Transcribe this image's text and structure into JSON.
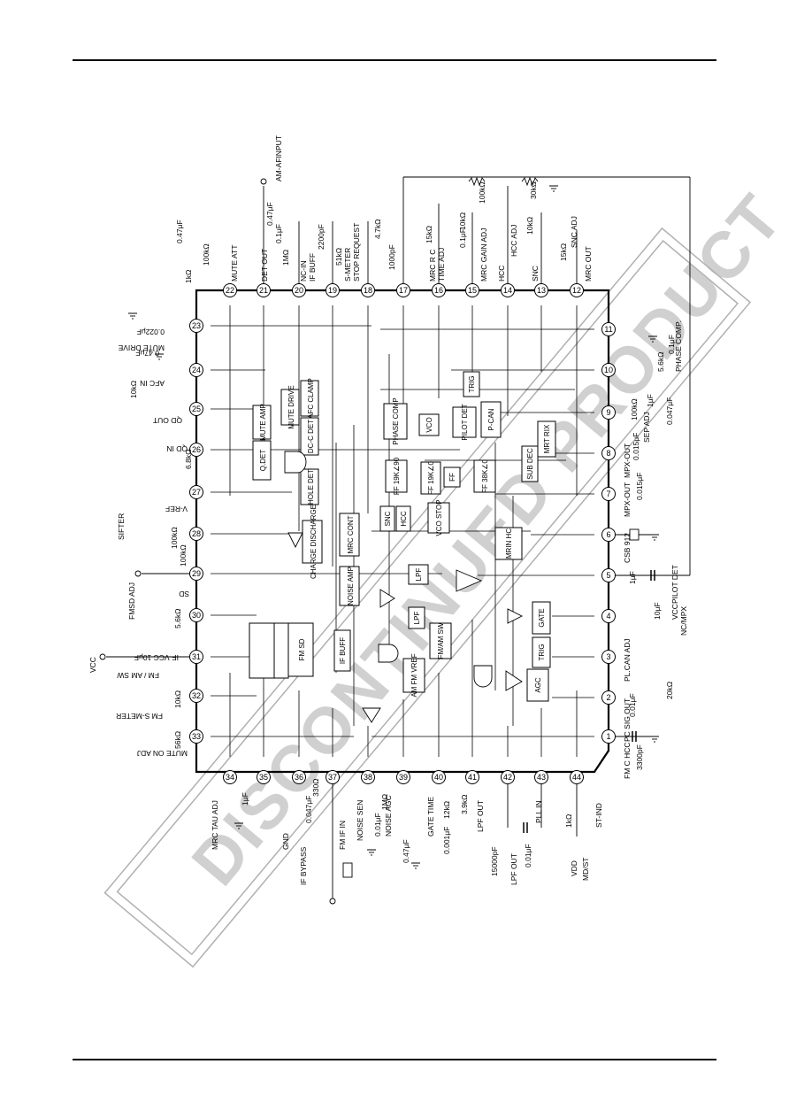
{
  "watermark": "DISCONTINUED PRODUCT",
  "chip": {
    "pins_bottom": [
      "1",
      "2",
      "3",
      "4",
      "5",
      "6",
      "7",
      "8",
      "9",
      "10",
      "11"
    ],
    "pins_right": [
      "12",
      "13",
      "14",
      "15",
      "16",
      "17",
      "18",
      "19",
      "20",
      "21",
      "22"
    ],
    "pins_top": [
      "23",
      "24",
      "25",
      "26",
      "27",
      "28",
      "29",
      "30",
      "31",
      "32",
      "33"
    ],
    "pins_left": [
      "34",
      "35",
      "36",
      "37",
      "38",
      "39",
      "40",
      "41",
      "42",
      "43",
      "44"
    ]
  },
  "blocks": {
    "qdet": "Q.DET",
    "mute_amp": "MUTE AMP",
    "mute_drive": "MUTE DRIVE",
    "afc_clamp": "AFC CLAMP",
    "dc_det": "DC-C DET",
    "hole_det": "HOLE DET",
    "charge": "CHARGE DISCHARGE",
    "mrc_cont": "MRC CONT",
    "noise_amp": "NOISE AMP",
    "fm_sd": "FM SD",
    "if_buff": "IF BUFF",
    "am_fm_vref": "AM FM VREF",
    "fm_am_sw": "FM/AM SW",
    "lpf1": "LPF",
    "lpf2": "LPF",
    "snc": "SNC",
    "hcc": "HCC",
    "vco_stop": "VCO STOP",
    "ff1": "FF 19K∠90",
    "ff2": "FF 19K∠0",
    "ff3": "FF",
    "ff4": "FF 38K∠0",
    "phase_comp": "PHASE COMP",
    "vco": "VCO",
    "pilot_det": "PILOT DET",
    "p_can": "P-CAN",
    "trig1": "TRIG",
    "sub_dec": "SUB DEC",
    "mrt_rix": "MRT RIX",
    "mrin_hc": "MRIN HC",
    "gate": "GATE",
    "trig2": "TRIG",
    "agc": "AGC"
  },
  "labels": {
    "am_afinput": "AM-AFINPUT",
    "det_out": "DET OUT",
    "if_buff": "IF BUFF",
    "nc_in": "NC-IN",
    "stop_request": "STOP REQUEST",
    "s_meter": "S-METER",
    "mute_att": "MUTE ATT",
    "mrc_rc": "MRC R C",
    "time_adj": "TIME ADJ",
    "mrc_gain_adj": "MRC GAIN ADJ",
    "hcc_adj": "HCC ADJ",
    "hcc": "HCC",
    "snc": "SNC",
    "snc_adj": "SNC ADJ",
    "mrc_out": "MRC OUT",
    "mute_drive": "MUTE DRIVE",
    "afc_in": "AFC IN",
    "qd_out": "QD OUT",
    "qd_in": "QD IN",
    "v_ref": "V-REF",
    "sifter": "SIFTER",
    "fmsd_adj": "FMSD ADJ",
    "sd": "SD",
    "vcc_top": "VCC",
    "fm_am_sw": "FM / AM SW",
    "if_vcc": "IF-VCC 10μF",
    "fm_s_meter": "FM S-METER",
    "mute_on_adj": "MUTE ON ADJ",
    "phase_comp": "PHASE COMP.",
    "sep_adj": "SEP ADJ",
    "mpx_out_1": "MPX-OUT",
    "mpx_out_2": "MPX-OUT",
    "csb": "CSB 912",
    "pilot_det": "PILOT DET",
    "nc_mpx": "NC/MPX",
    "vcc_bottom": "VCC",
    "pl_can_adj": "PL.CAN ADJ",
    "pc_sig_out": "PC SIG OUT",
    "fm_c_hcc": "FM C HCC",
    "mrc_tau_adj": "MRC TAU ADJ",
    "gnd": "GND",
    "if_bypass": "IF BYPASS",
    "fm_if_in": "FM IF IN",
    "noise_sen": "NOISE SEN",
    "noise_agc": "NOISE AGC",
    "gate_time": "GATE TIME",
    "lpf_out_1": "LPF OUT",
    "lpf_out_2": "LPF OUT",
    "pll_in": "PLL IN",
    "vdd": "VDD",
    "md_st": "MD/ST",
    "st_ind": "ST-IND"
  },
  "components": {
    "c_047_a": "0.47μF",
    "r_100k_a": "100kΩ",
    "r_1k": "1kΩ",
    "c_047_b": "0.47μF",
    "c_01_a": "0.1μF",
    "r_1m": "1MΩ",
    "c_2200": "2200pF",
    "r_51k": "51kΩ",
    "r_47k": "4.7kΩ",
    "c_1000": "1000pF",
    "r_15k": "15kΩ",
    "c_01_b": "0.1μF",
    "r_10k_a": "10kΩ",
    "r_100k_b": "100kΩ",
    "r_30k": "30kΩ",
    "r_10k_b": "10kΩ",
    "r_15k_b": "15kΩ",
    "c_0022": "0.022μF",
    "c_047_c": "0.47μF",
    "r_10k_c": "10kΩ",
    "r_68k": "6.8kΩ",
    "r_100k_c": "100kΩ",
    "r_100k_d": "100kΩ",
    "r_56k_a": "5.6kΩ",
    "r_10k_d": "10kΩ",
    "r_56k_b": "56kΩ",
    "c_1_a": "1μF",
    "r_56k_c": "5.6kΩ",
    "c_01_c": "0.1μF",
    "c_0047_a": "0.047μF",
    "r_100k_e": "100kΩ",
    "c_0015_a": "0.015μF",
    "c_0015_b": "0.015μF",
    "c_1_b": "1μF",
    "c_10_a": "10μF",
    "c_001_a": "0.01μF",
    "r_20k": "20kΩ",
    "c_3300": "3300pF",
    "c_1_c": "1μF",
    "r_330": "330Ω",
    "c_0047_b": "0.047μF",
    "r_1m_b": "1MΩ",
    "c_001_b": "0.01μF",
    "c_047_d": "0.47μF",
    "r_12k": "12kΩ",
    "r_39k": "3.9kΩ",
    "c_0001": "0.001μF",
    "c_15000": "15000pF",
    "c_001_c": "0.01μF",
    "r_1k_b": "1kΩ"
  }
}
